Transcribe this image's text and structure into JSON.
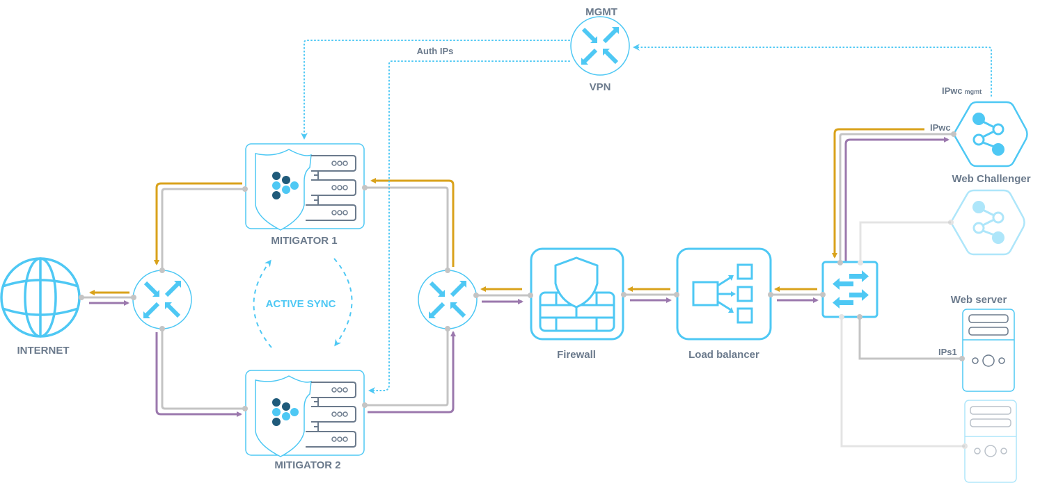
{
  "diagram": {
    "colors": {
      "accent": "#4ec8f4",
      "label": "#6b7a8c",
      "request_flow": "#9b78ad",
      "response_flow": "#d9a21b",
      "link": "#c4c4c4",
      "inactive_link": "#e4e4e4",
      "logo_dark": "#1f5a7a"
    },
    "nodes": {
      "internet": {
        "label": "INTERNET",
        "icon": "globe-icon"
      },
      "mitigator1": {
        "label": "MITIGATOR 1",
        "icon": "mitigator-icon"
      },
      "mitigator2": {
        "label": "MITIGATOR 2",
        "icon": "mitigator-icon"
      },
      "sync": {
        "label": "ACTIVE SYNC",
        "icon": "sync-cycle-icon"
      },
      "vpn": {
        "label_top": "MGMT",
        "label_bottom": "VPN",
        "icon": "router-icon"
      },
      "auth_ips": {
        "label": "Auth IPs"
      },
      "firewall": {
        "label": "Firewall",
        "icon": "firewall-icon"
      },
      "load_balancer": {
        "label": "Load balancer",
        "icon": "load-balancer-icon"
      },
      "switch": {
        "icon": "switch-icon"
      },
      "web_challenger": {
        "label": "Web Challenger",
        "icon": "share-hexagon-icon",
        "ip_label": "IPwc",
        "mgmt_label": "IPwc",
        "mgmt_sub": "mgmt"
      },
      "web_challenger_standby": {
        "icon": "share-hexagon-icon"
      },
      "web_server": {
        "label": "Web server",
        "icon": "server-icon",
        "ip_label": "IPs1"
      },
      "web_server_standby": {
        "icon": "server-icon"
      }
    }
  }
}
